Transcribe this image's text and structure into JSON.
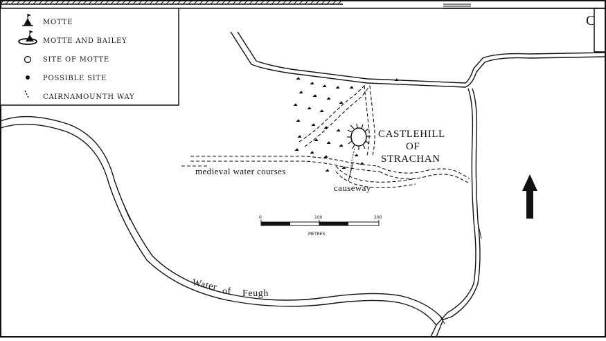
{
  "panel_letter": "C",
  "legend": {
    "items": [
      {
        "symbol": "motte-icon",
        "label": "MOTTE"
      },
      {
        "symbol": "motte-and-bailey-icon",
        "label": "MOTTE AND BAILEY"
      },
      {
        "symbol": "site-of-motte-icon",
        "label": "SITE OF MOTTE"
      },
      {
        "symbol": "possible-site-icon",
        "label": "POSSIBLE SITE"
      },
      {
        "symbol": "cairnamounth-way-icon",
        "label": "CAIRNAMOUNTH WAY"
      }
    ]
  },
  "site": {
    "line1": "CASTLEHILL",
    "line2": "OF",
    "line3": "STRACHAN"
  },
  "labels": {
    "water_courses": "medieval water courses",
    "causeway": "causeway",
    "river_word1": "Water",
    "river_word2": "of",
    "river_word3": "Feugh"
  },
  "scale": {
    "tick_0": "0",
    "tick_100": "100",
    "tick_200": "200",
    "unit": "METRES"
  },
  "north_arrow": {
    "icon": "north-arrow-icon"
  },
  "colors": {
    "ink": "#111111",
    "paper": "#ffffff"
  }
}
